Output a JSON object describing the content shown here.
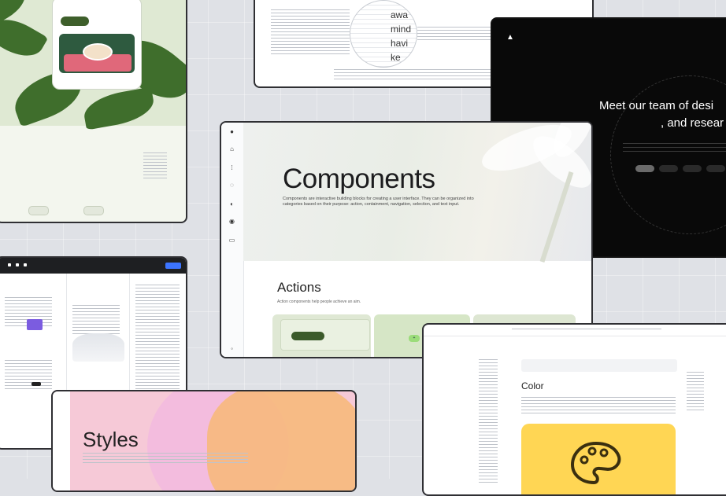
{
  "hero_card": {
    "title": "Components",
    "description": "Components are interactive building blocks for creating a user interface. They can be organized into categories based on their purpose: action, containment, navigation, selection, and text input.",
    "section_title": "Actions",
    "section_subtitle": "Action components help people achieve an aim."
  },
  "dark_card": {
    "title_line1": "Meet our team of desi",
    "title_line2": ", and resear"
  },
  "styles_card": {
    "title": "Styles"
  },
  "color_card": {
    "title": "Color"
  },
  "magnifier_card": {
    "words": [
      "awa",
      "mind",
      "havi",
      "ke"
    ]
  },
  "colors": {
    "background": "#dfe1e6",
    "accent_green": "#3b5a2a",
    "yellow": "#ffd654",
    "dark": "#090909"
  }
}
